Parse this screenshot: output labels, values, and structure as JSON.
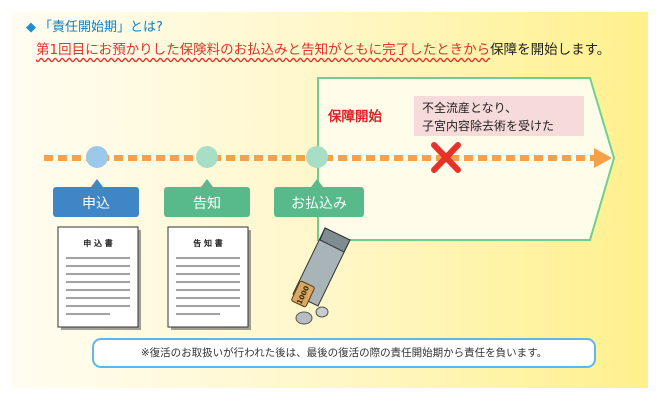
{
  "heading": {
    "bullet": "◆",
    "text": "「責任開始期」とは?"
  },
  "lead": {
    "highlight": "第1回目にお預かりした保険料のお払込みと告知がともに完了したときから",
    "rest": "保障を開始します。"
  },
  "timeline": {
    "coverage_label": "保障開始",
    "exclusion_note": [
      "不全流産となり、",
      "子宮内容除去術を受けた"
    ],
    "steps": [
      {
        "label": "申込",
        "color": "#3f86c6",
        "dot_color": "#9cc8ea"
      },
      {
        "label": "告知",
        "color": "#58b98b",
        "dot_color": "#a9dec6"
      },
      {
        "label": "お払込み",
        "color": "#58b98b",
        "dot_color": "#a9dec6"
      }
    ]
  },
  "documents": [
    {
      "title": "申 込 書",
      "icon": "application-form-icon"
    },
    {
      "title": "告 知 書",
      "icon": "notification-form-icon"
    }
  ],
  "payment": {
    "icon": "envelope-with-money-icon",
    "coin_text": "1000"
  },
  "note": "※復活のお取扱いが行われた後は、最後の復活の際の責任開始期から責任を負います。",
  "colors": {
    "timeline_dash": "#f7a04a",
    "cross": "#e8312b",
    "arrow_fill": "#fffde9"
  }
}
